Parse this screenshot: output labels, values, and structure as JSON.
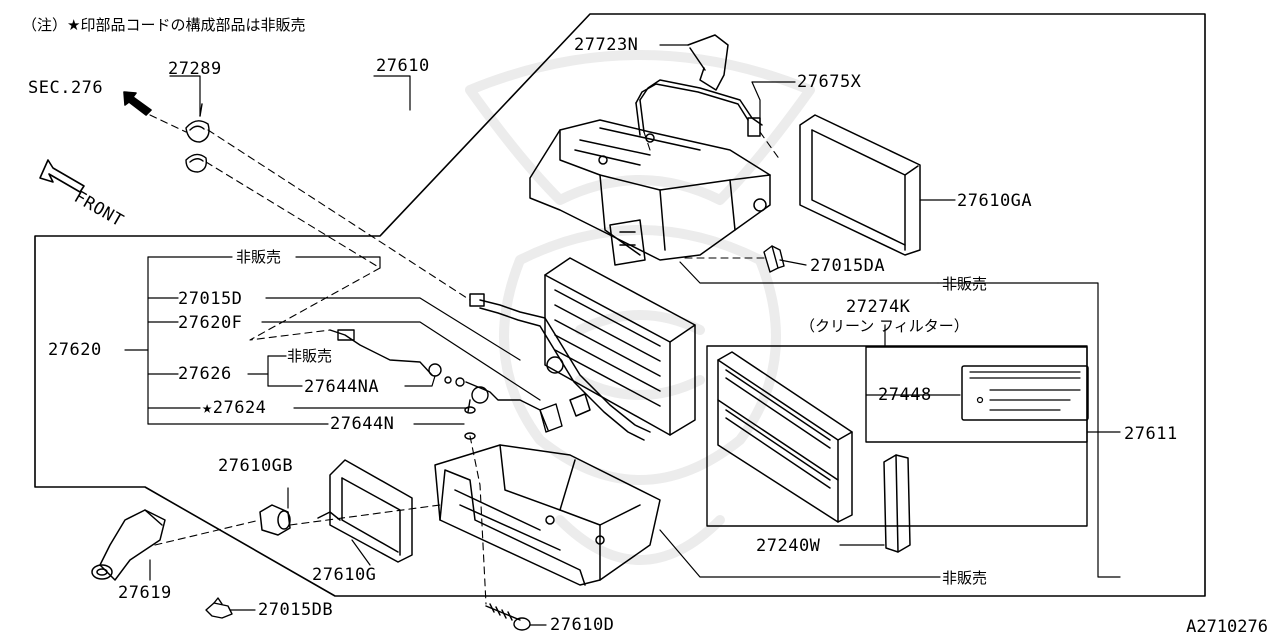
{
  "diagram": {
    "note": "（注）★印部品コードの構成部品は非販売",
    "diagram_code": "A2710276",
    "front_label": "FRONT",
    "section_ref": "SEC.276",
    "not_for_sale": "非販売",
    "clean_filter": "（クリーン フィルター）",
    "parts": {
      "p27289": "27289",
      "p27610": "27610",
      "p27723N": "27723N",
      "p27675X": "27675X",
      "p27610GA": "27610GA",
      "p27015DA": "27015DA",
      "p27274K": "27274K",
      "p27448": "27448",
      "p27611": "27611",
      "p27240W": "27240W",
      "p27620": "27620",
      "p27015D": "27015D",
      "p27620F": "27620F",
      "p27626": "27626",
      "p27644NA": "27644NA",
      "p27624": "★27624",
      "p27644N": "27644N",
      "p27610GB": "27610GB",
      "p27619": "27619",
      "p27610G": "27610G",
      "p27015DB": "27015DB",
      "p27610D": "27610D"
    }
  }
}
